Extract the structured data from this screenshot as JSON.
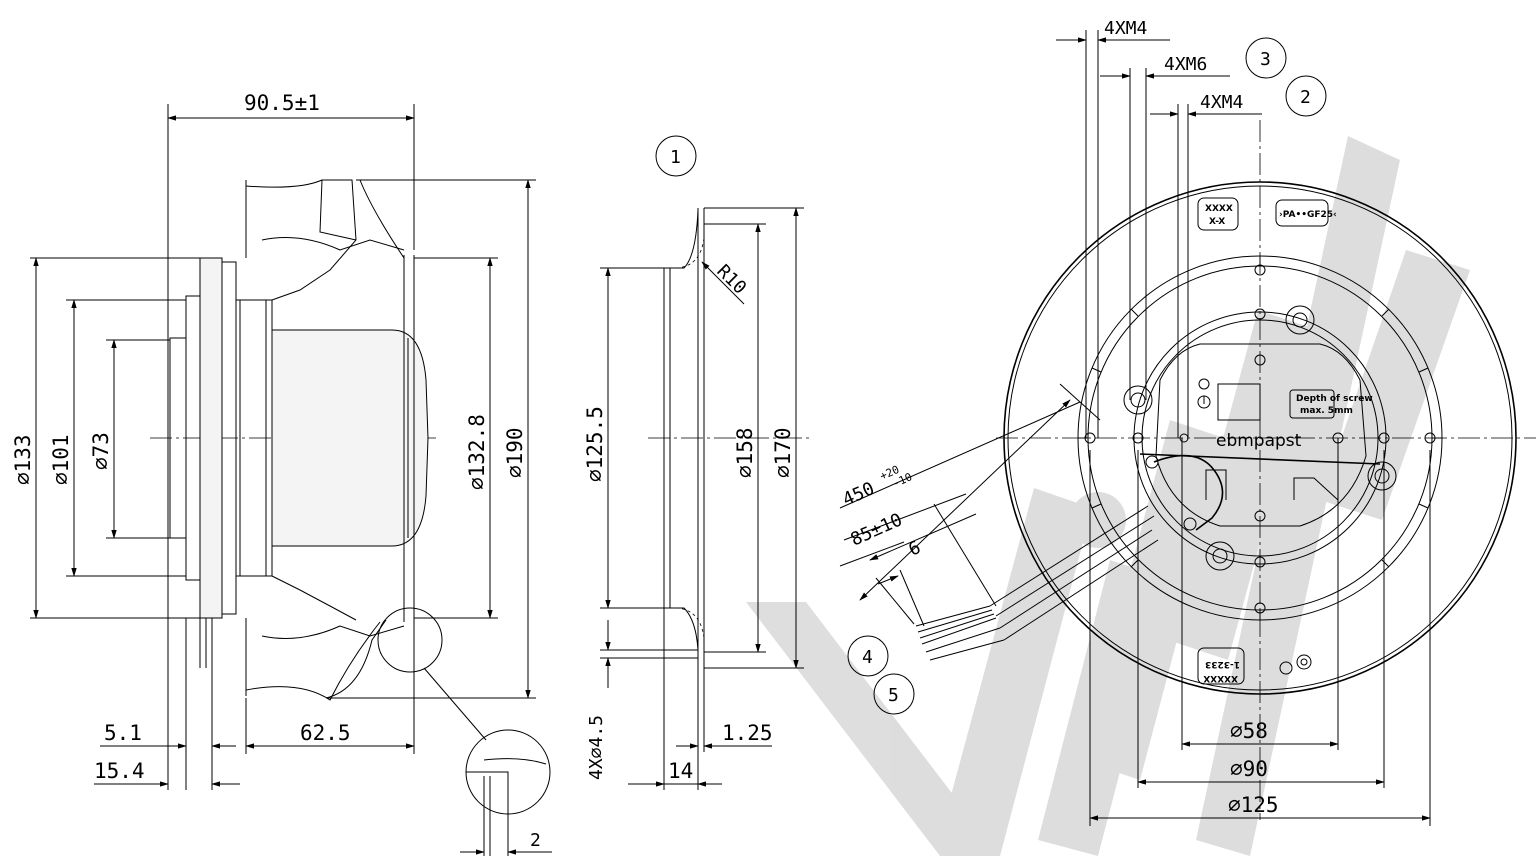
{
  "dimensions": {
    "side_length": "90.5±1",
    "dia_133": "∅133",
    "dia_101": "∅101",
    "dia_73": "∅73",
    "dia_132_8": "∅132.8",
    "dia_190": "∅190",
    "len_5_1": "5.1",
    "len_15_4": "15.4",
    "len_62_5": "62.5",
    "detail_2": "2",
    "dia_125_5": "∅125.5",
    "dia_158": "∅158",
    "dia_170": "∅170",
    "radius_10": "R10",
    "holes": "4X∅4.5",
    "len_14": "14",
    "len_1_25": "1.25",
    "thread_top": "4XM4",
    "thread_m6": "4XM6",
    "thread_m4": "4XM4",
    "cable_450_base": "450",
    "cable_450_tol_upper": "+20",
    "cable_450_tol_lower": "-10",
    "cable_85": "85±10",
    "cable_6": "6",
    "dia_58": "∅58",
    "dia_90": "∅90",
    "dia_125": "∅125"
  },
  "callouts": [
    "1",
    "2",
    "3",
    "4",
    "5"
  ],
  "labels": {
    "brand": "ebmpapst",
    "label_top_a1": "XXXX",
    "label_top_a2": "X-X",
    "label_top_b": "›PA••GF25‹",
    "label_bottom1": "1-3233",
    "label_bottom2": "XXXXX",
    "label_screw1": "Depth of screw",
    "label_screw2": "max. 5mm"
  },
  "watermark": "ebmpapst"
}
